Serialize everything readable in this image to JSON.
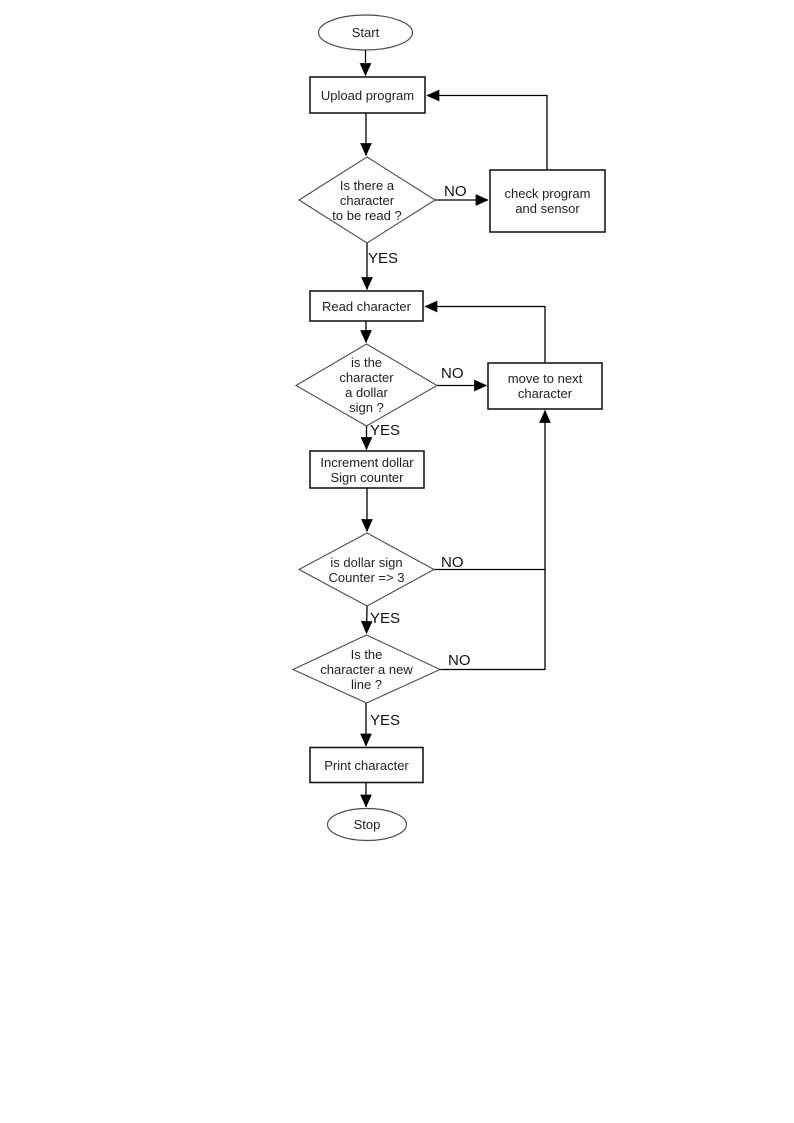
{
  "flowchart": {
    "nodes": {
      "start": {
        "shape": "terminator",
        "label": "Start"
      },
      "upload": {
        "shape": "process",
        "label": "Upload program"
      },
      "is_char_read": {
        "shape": "decision",
        "label": "Is there a\ncharacter\nto be read ?"
      },
      "check_prog": {
        "shape": "process",
        "label": "check program\nand sensor"
      },
      "read_char": {
        "shape": "process",
        "label": "Read character"
      },
      "is_dollar": {
        "shape": "decision",
        "label": "is the\ncharacter\na dollar\nsign ?"
      },
      "move_next": {
        "shape": "process",
        "label": "move to next\ncharacter"
      },
      "increment": {
        "shape": "process",
        "label": "Increment dollar\nSign counter"
      },
      "counter_ge3": {
        "shape": "decision",
        "label": "is dollar sign\nCounter => 3"
      },
      "is_newline": {
        "shape": "decision",
        "label": "Is the\ncharacter a new\nline ?"
      },
      "print_char": {
        "shape": "process",
        "label": "Print character"
      },
      "stop": {
        "shape": "terminator",
        "label": "Stop"
      }
    },
    "edge_labels": {
      "no_1": "NO",
      "yes_1": "YES",
      "no_2": "NO",
      "yes_2": "YES",
      "no_3": "NO",
      "yes_3": "YES",
      "no_4": "NO",
      "yes_4": "YES"
    },
    "colors": {
      "background": "#ffffff",
      "line": "#000000",
      "text": "#1f1f1f"
    }
  }
}
